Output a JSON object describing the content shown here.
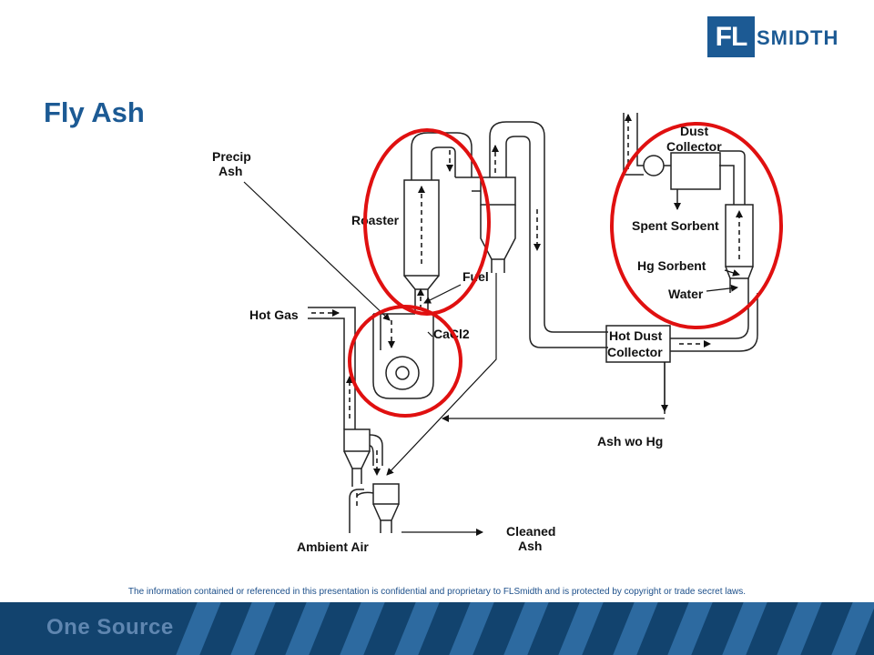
{
  "logo": {
    "fl": "FL",
    "rest": "SMIDTH"
  },
  "title": "Fly Ash",
  "diagram_labels": {
    "precip_ash": [
      "Precip",
      "Ash"
    ],
    "roaster": "Roaster",
    "fuel": "Fuel",
    "hot_gas": "Hot Gas",
    "cacl2": "CaCl2",
    "dust_collector": [
      "Dust",
      "Collector"
    ],
    "spent_sorbent": "Spent Sorbent",
    "hg_sorbent": "Hg Sorbent",
    "water": "Water",
    "hot_dust_collector": [
      "Hot Dust",
      "Collector"
    ],
    "ash_wo_hg": "Ash wo Hg",
    "ambient_air": "Ambient Air",
    "cleaned_ash": [
      "Cleaned",
      "Ash"
    ]
  },
  "highlight_color": "#e01010",
  "disclaimer": "The information contained or referenced in this presentation is confidential and proprietary to FLSmidth and is protected by copyright or trade secret laws.",
  "footer": {
    "tagline": "One Source"
  }
}
